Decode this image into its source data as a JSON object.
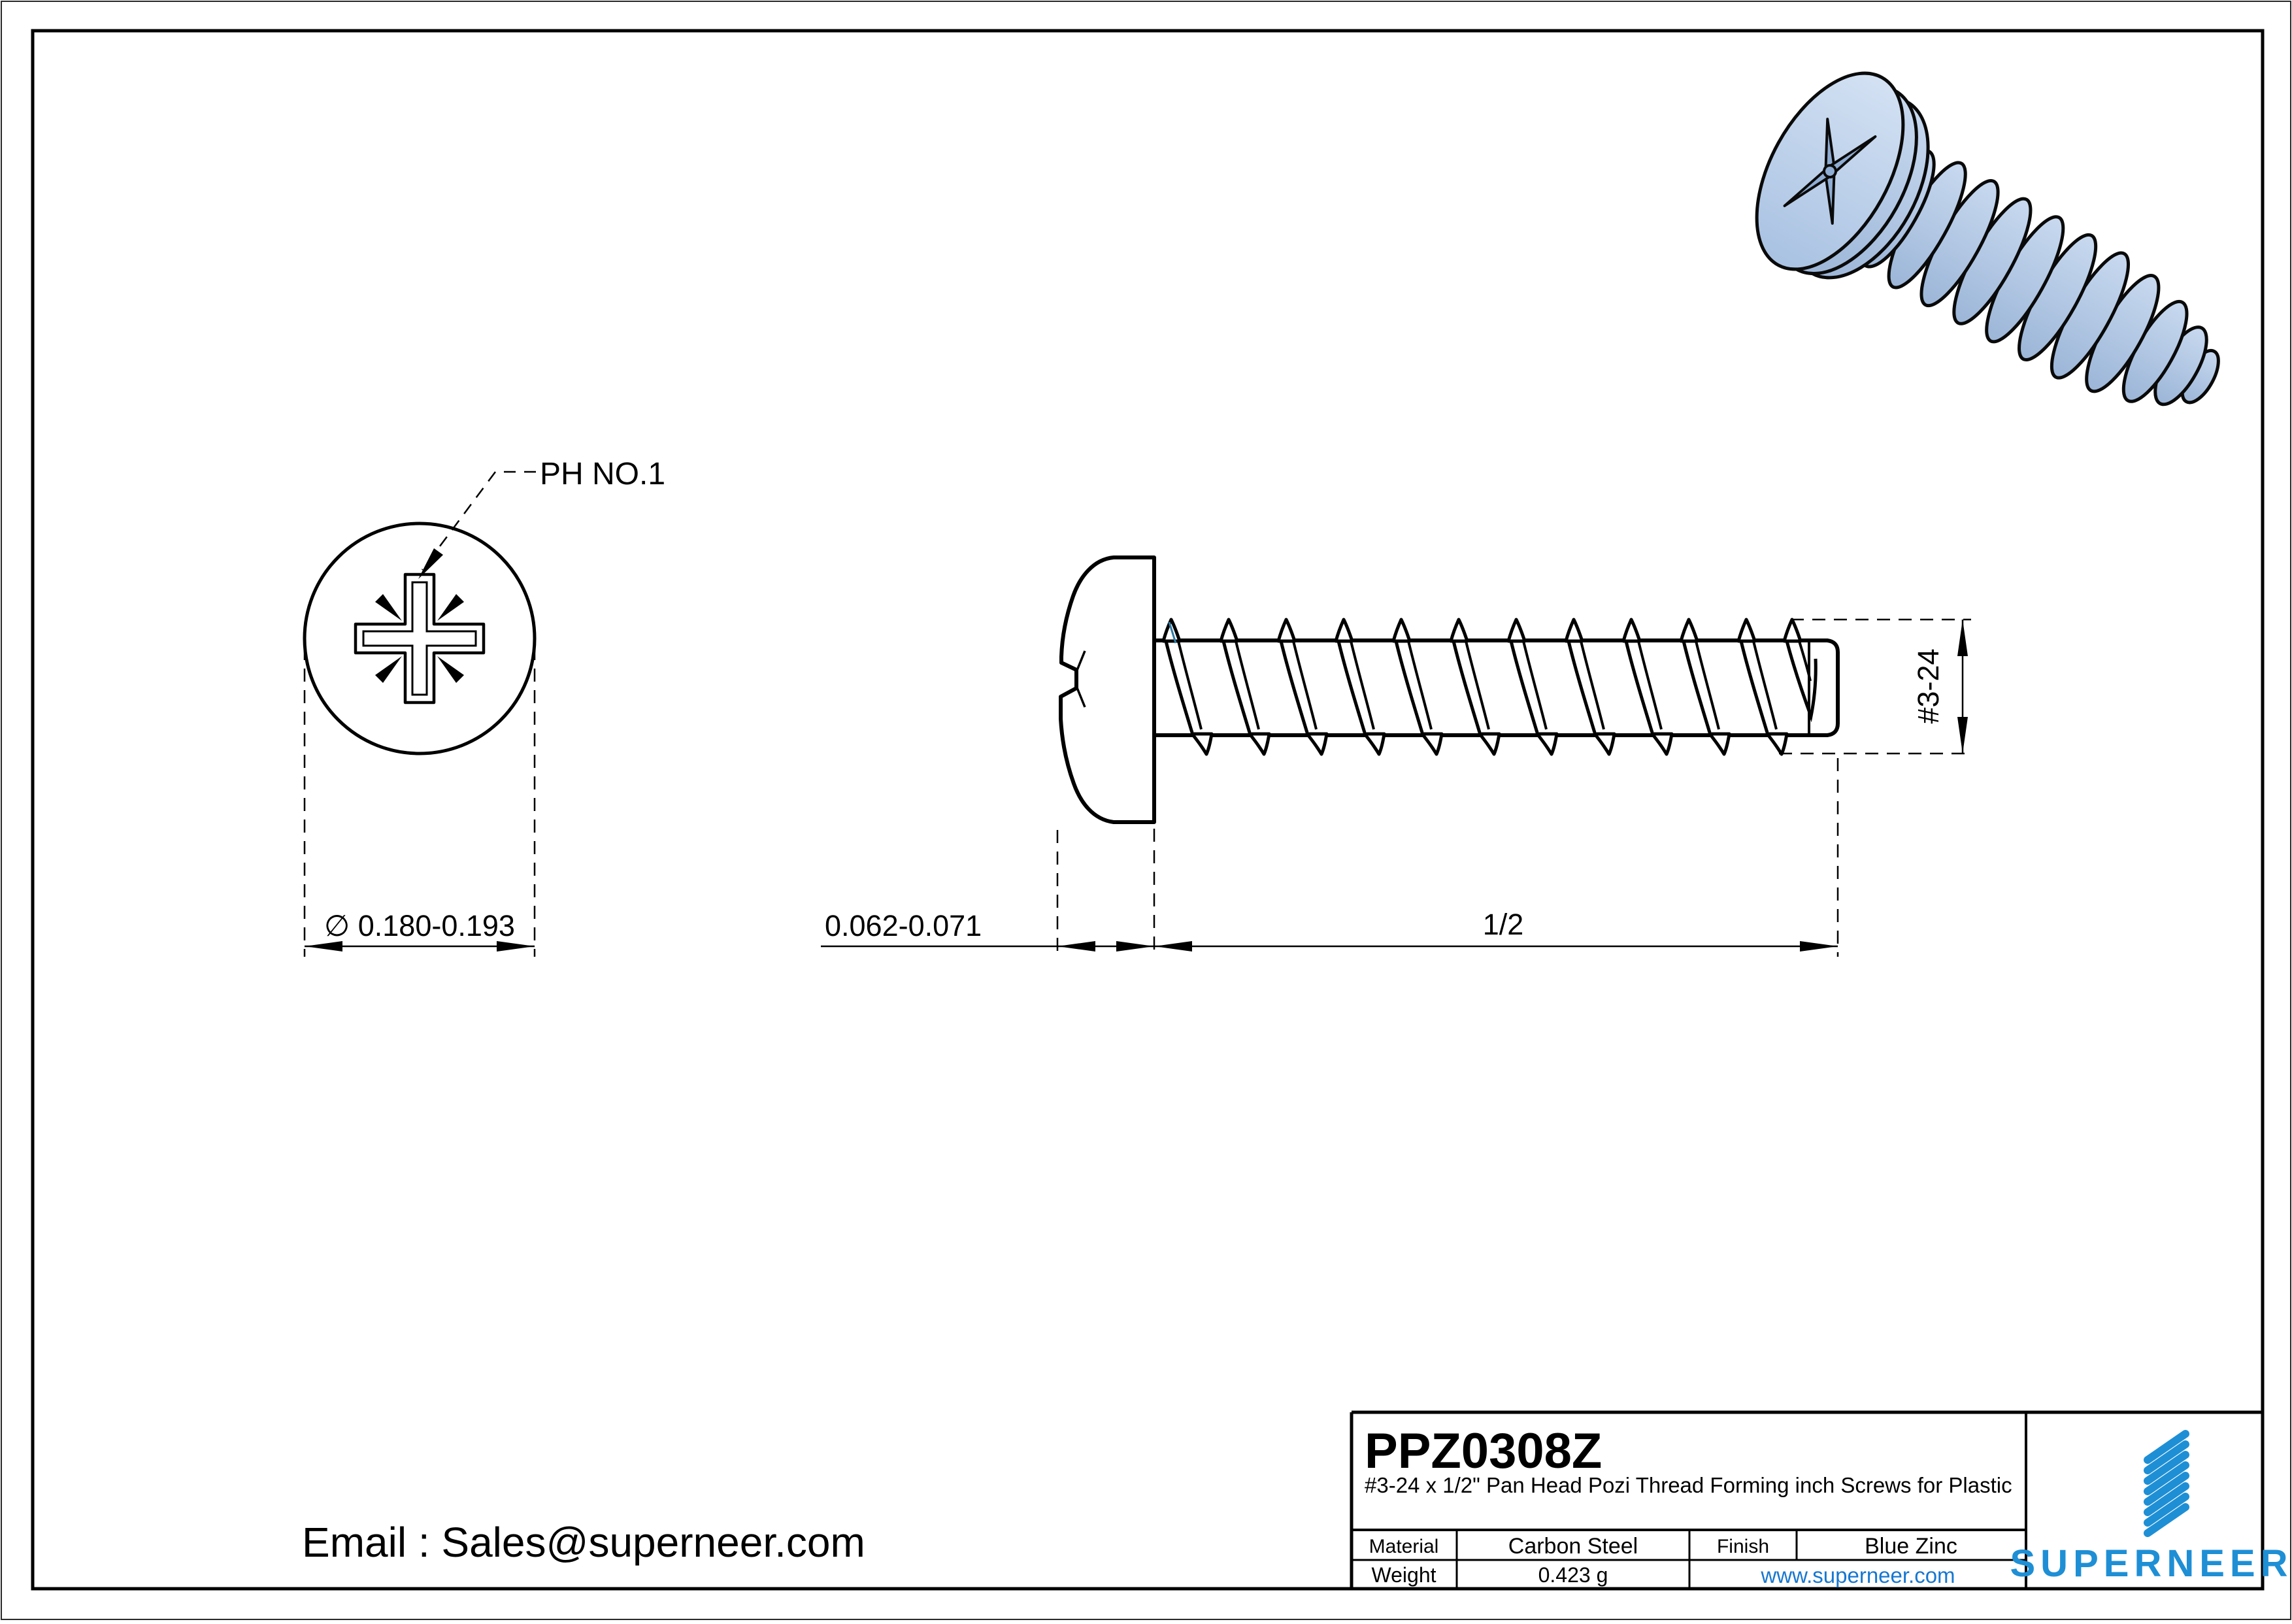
{
  "colors": {
    "line": "#000000",
    "brand_blue": "#1e8fd5",
    "link_blue": "#1677d0",
    "screw_fill": "#b9cfe9",
    "screw_fill_light": "#cddef2",
    "screw_shadow": "#9cb6d8",
    "artifact_teal": "#2e7ca5"
  },
  "front_view": {
    "recess_label": "PH NO.1",
    "diameter_dim": "∅ 0.180-0.193"
  },
  "side_view": {
    "head_height_dim": "0.062-0.071",
    "length_dim": "1/2",
    "thread_size_dim": "#3-24"
  },
  "footer": {
    "email": "Email : Sales@superneer.com"
  },
  "title_block": {
    "part_number": "PPZ0308Z",
    "description": "#3-24 x 1/2\" Pan Head Pozi Thread Forming inch Screws for Plastic",
    "material_label": "Material",
    "material_value": "Carbon Steel",
    "finish_label": "Finish",
    "finish_value": "Blue Zinc",
    "weight_label": "Weight",
    "weight_value": "0.423 g",
    "website": "www.superneer.com",
    "brand": "SUPERNEER"
  }
}
